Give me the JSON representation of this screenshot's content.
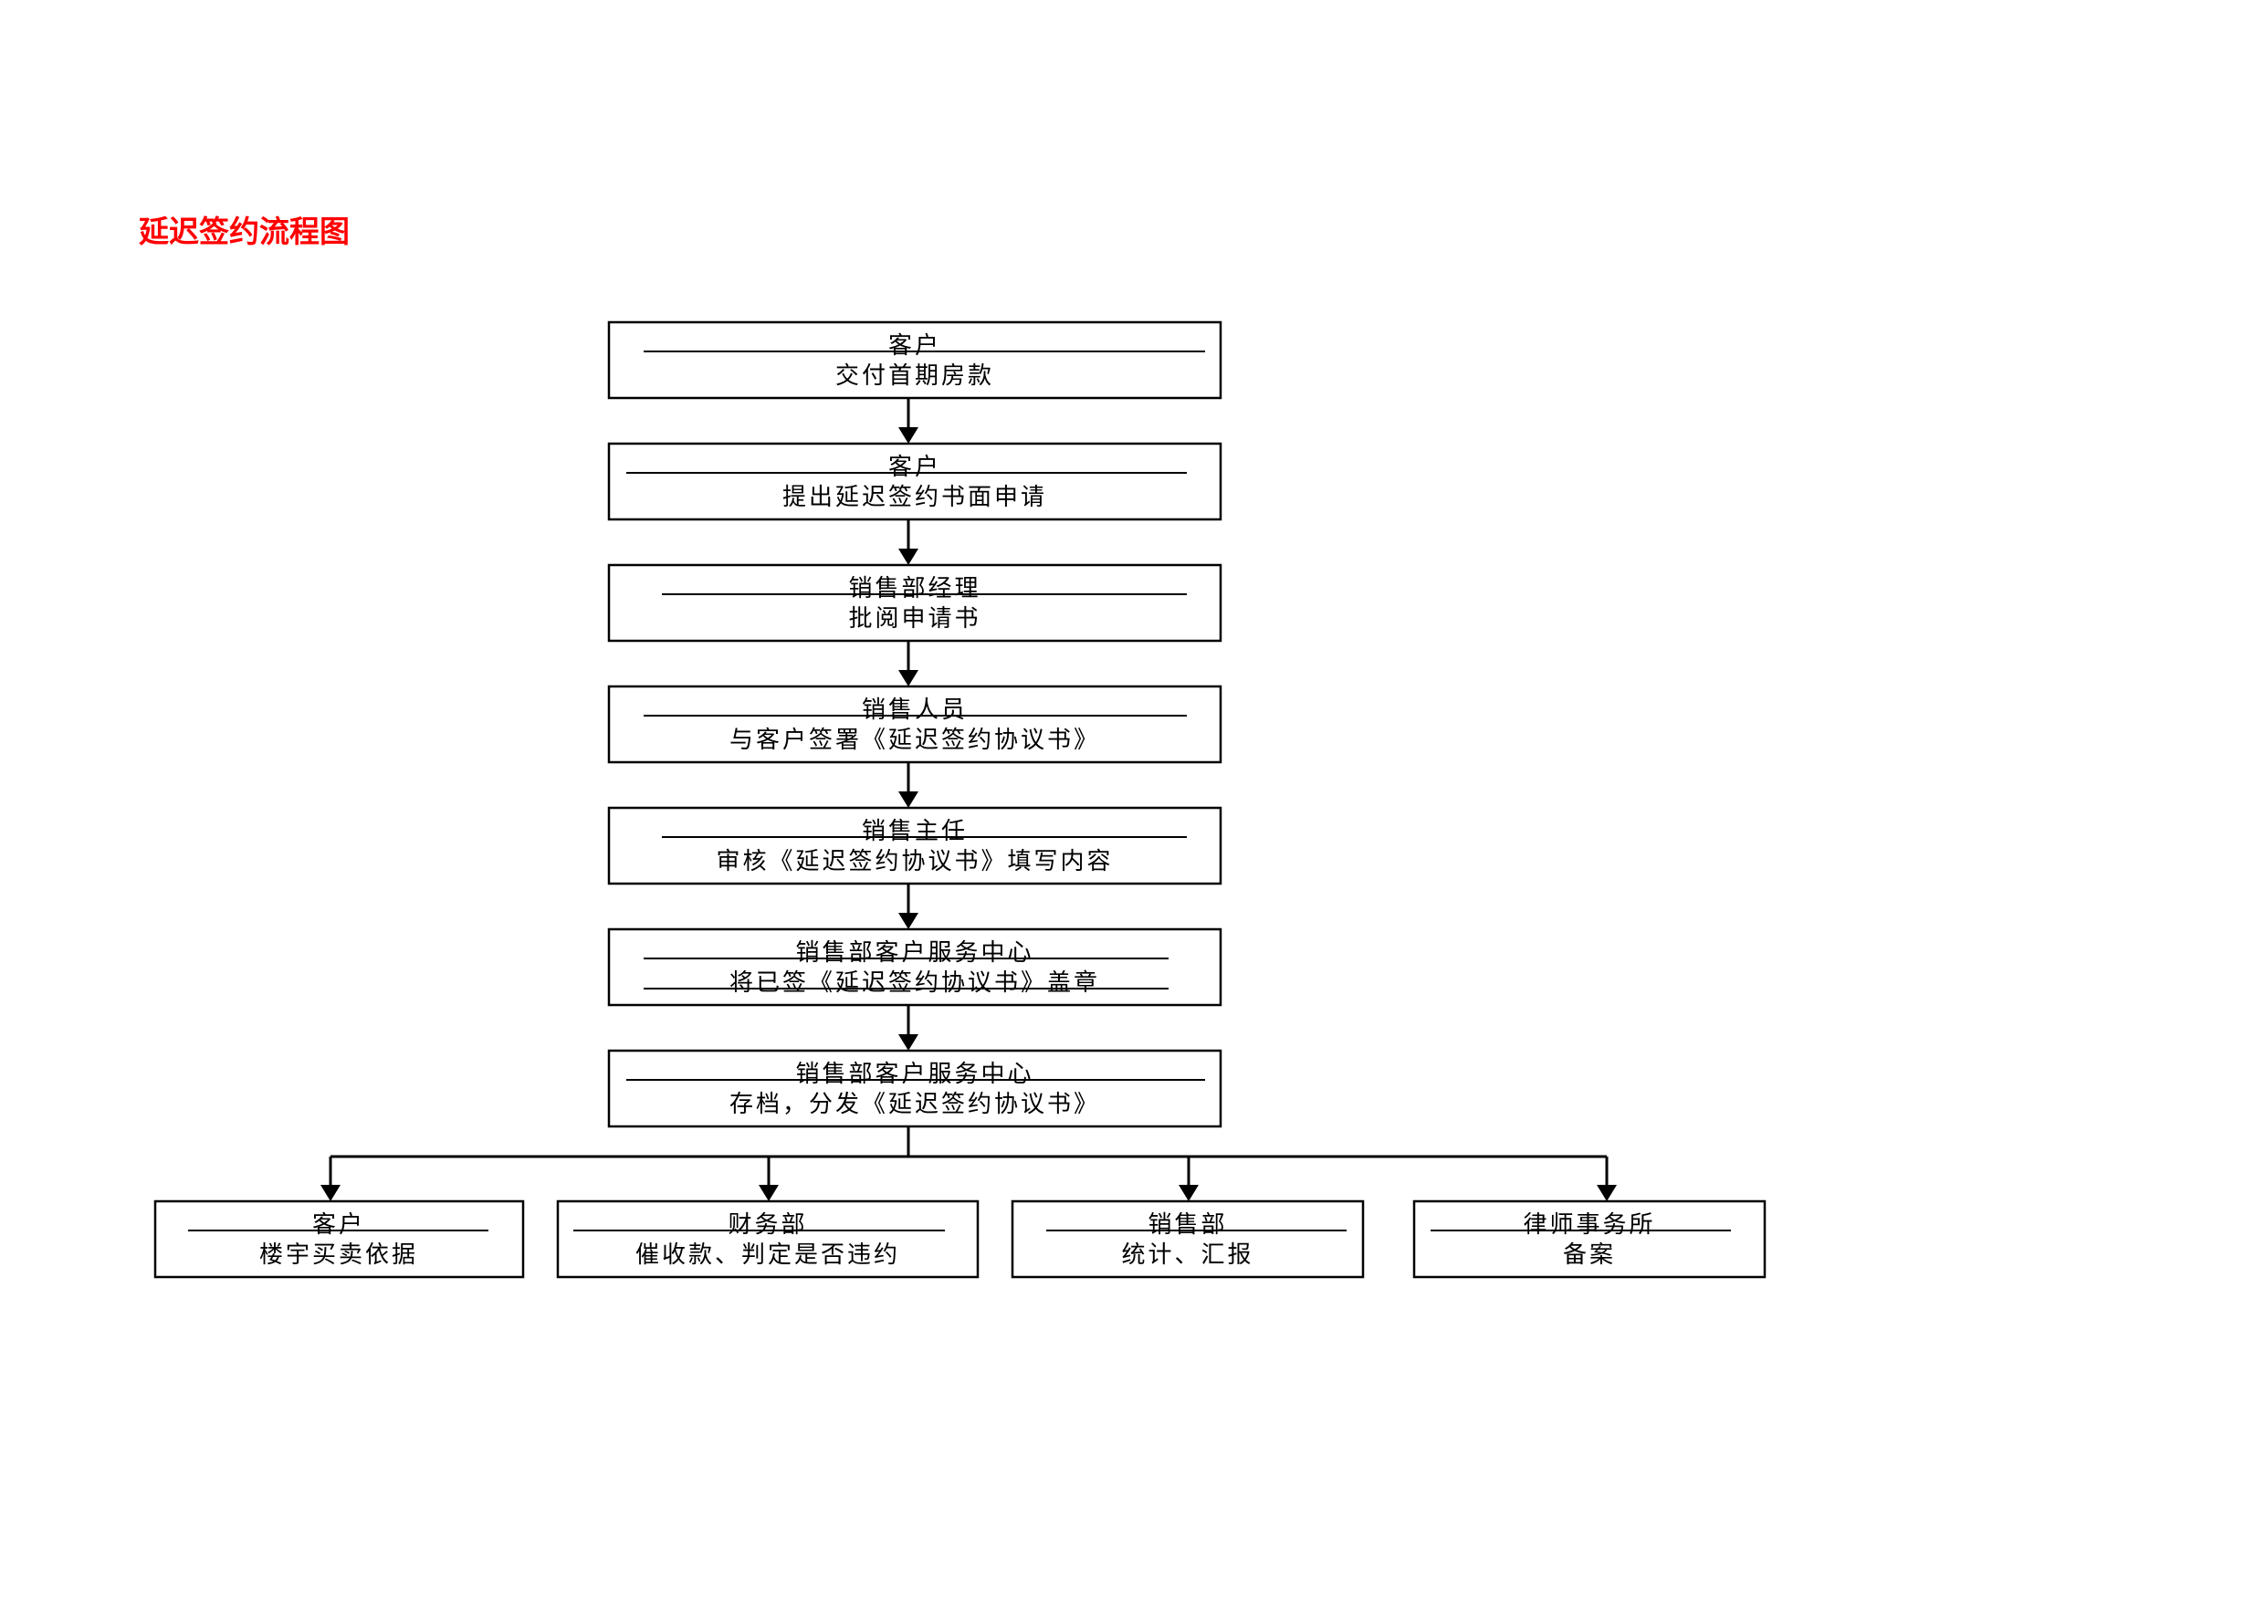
{
  "title": "延迟签约流程图",
  "steps": [
    {
      "role": "客户",
      "action": "交付首期房款"
    },
    {
      "role": "客户",
      "action": "提出延迟签约书面申请"
    },
    {
      "role": "销售部经理",
      "action": "批阅申请书"
    },
    {
      "role": "销售人员",
      "action": "与客户签署《延迟签约协议书》"
    },
    {
      "role": "销售主任",
      "action": "审核《延迟签约协议书》填写内容"
    },
    {
      "role": "销售部客户服务中心",
      "action": "将已签《延迟签约协议书》盖章"
    },
    {
      "role": "销售部客户服务中心",
      "action": "存档，分发《延迟签约协议书》"
    }
  ],
  "branches": [
    {
      "role": "客户",
      "action": "楼宇买卖依据"
    },
    {
      "role": "财务部",
      "action": "催收款、判定是否违约"
    },
    {
      "role": "销售部",
      "action": "统计、汇报"
    },
    {
      "role": "律师事务所",
      "action": "备案"
    }
  ]
}
